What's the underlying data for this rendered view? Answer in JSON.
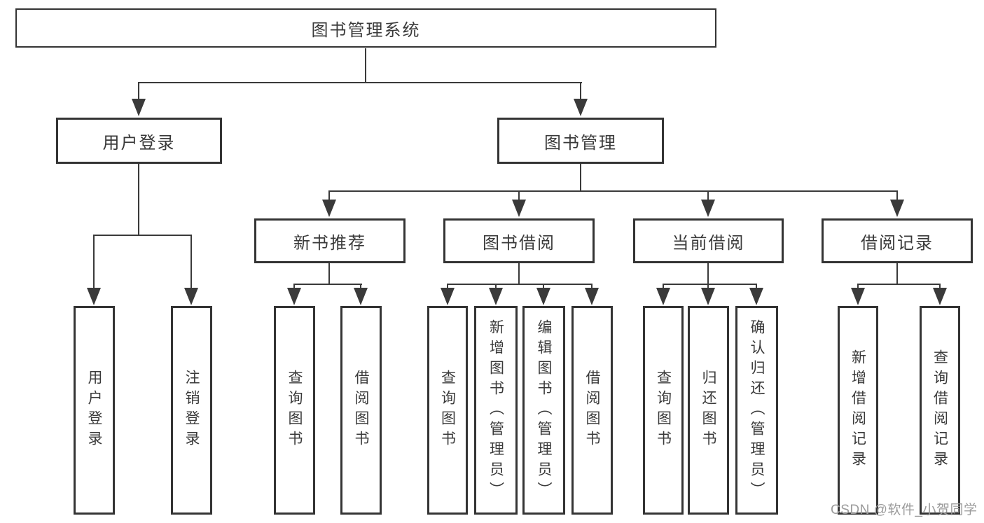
{
  "diagram": {
    "root": {
      "label": "图书管理系统"
    },
    "level2": {
      "user_login": {
        "label": "用户登录"
      },
      "book_mgmt": {
        "label": "图书管理"
      }
    },
    "level3": {
      "new_book_rec": {
        "label": "新书推荐"
      },
      "book_borrow": {
        "label": "图书借阅"
      },
      "current_borrow": {
        "label": "当前借阅"
      },
      "borrow_records": {
        "label": "借阅记录"
      }
    },
    "leaves": {
      "user_login": "用户登录",
      "logout": "注销登录",
      "rec_query_books": "查询图书",
      "rec_borrow_books": "借阅图书",
      "bb_query_books": "查询图书",
      "bb_add_books": "新增图书（管理员）",
      "bb_edit_books": "编辑图书（管理员）",
      "bb_borrow_books": "借阅图书",
      "cb_query_books": "查询图书",
      "cb_return_books": "归还图书",
      "cb_confirm_return": "确认归还（管理员）",
      "br_add_record": "新增借阅记录",
      "br_query_record": "查询借阅记录"
    },
    "watermark": "CSDN @软件_小贺同学",
    "colors": {
      "line": "#3a3a3a",
      "border": "#343434",
      "text": "#333333",
      "watermark": "#9b9b9b",
      "background": "#ffffff"
    }
  }
}
